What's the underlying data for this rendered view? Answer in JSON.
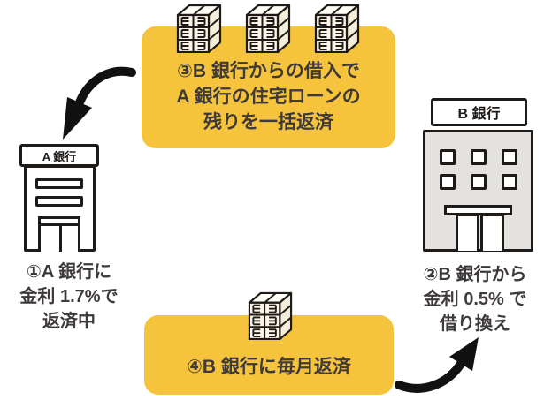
{
  "colors": {
    "background": "#FFFFFF",
    "accent_yellow": "#F6C33C",
    "ink_outline": "#1E1A17",
    "text": "#3E3A39",
    "bank_b_gray": "#E4E2DF",
    "money_cream": "#FAF5E8"
  },
  "steps": {
    "step1": {
      "lines": [
        "①A 銀行に",
        "金利 1.7%で",
        "返済中"
      ]
    },
    "step2": {
      "lines": [
        "②B 銀行から",
        "金利 0.5% で",
        "借り換え"
      ]
    },
    "step3": {
      "lines": [
        "③B 銀行からの借入で",
        "A 銀行の住宅ローンの",
        "残りを一括返済"
      ]
    },
    "step4": {
      "label": "④B 銀行に毎月返済"
    }
  },
  "banks": {
    "bank_a": {
      "sign": "A 銀行"
    },
    "bank_b": {
      "sign": "B 銀行"
    }
  },
  "icons": {
    "money_stack": "money-stack-icon",
    "arrow_to_bank_a": "curved-arrow-down-left-icon",
    "arrow_to_bank_b": "curved-arrow-up-right-icon"
  }
}
